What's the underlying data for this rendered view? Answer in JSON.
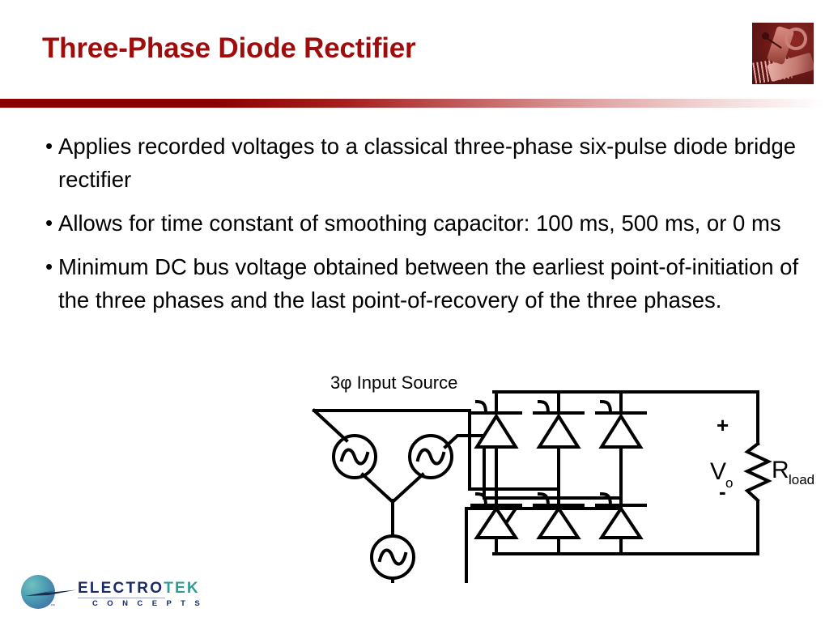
{
  "slide": {
    "title": "Three-Phase Diode Rectifier",
    "title_color": "#9e0c0c",
    "divider_color_start": "#8d0000",
    "divider_color_end": "#ffffff",
    "background": "#ffffff"
  },
  "bullets": [
    {
      "marker": "•",
      "text": "Applies recorded voltages to a classical three-phase six-pulse diode bridge rectifier"
    },
    {
      "marker": "•",
      "text": "Allows for time constant of smoothing capacitor: 100 ms, 500 ms, or 0 ms"
    },
    {
      "marker": "•",
      "text": "Minimum DC bus voltage obtained between the earliest point-of-initiation of the three phases and the last point-of-recovery of the three phases."
    }
  ],
  "circuit": {
    "source_label": "3φ Input Source",
    "output_voltage_label": "V",
    "output_voltage_subscript": "o",
    "load_label": "R",
    "load_subscript": "load",
    "polarity_positive": "+",
    "polarity_negative": "-",
    "line_color": "#000000",
    "diode_count": 6,
    "source_count": 3,
    "source_connection": "wye"
  },
  "logo": {
    "name_part1": "ELECTRO",
    "name_part2": "TEK",
    "subtitle": "C O N C E P T S",
    "trademark": "™",
    "color_primary": "#1b2a63",
    "color_accent": "#2e9c94"
  },
  "corner_image": {
    "alt": "red waveform thumbnail",
    "base_color": "#5a1212"
  }
}
